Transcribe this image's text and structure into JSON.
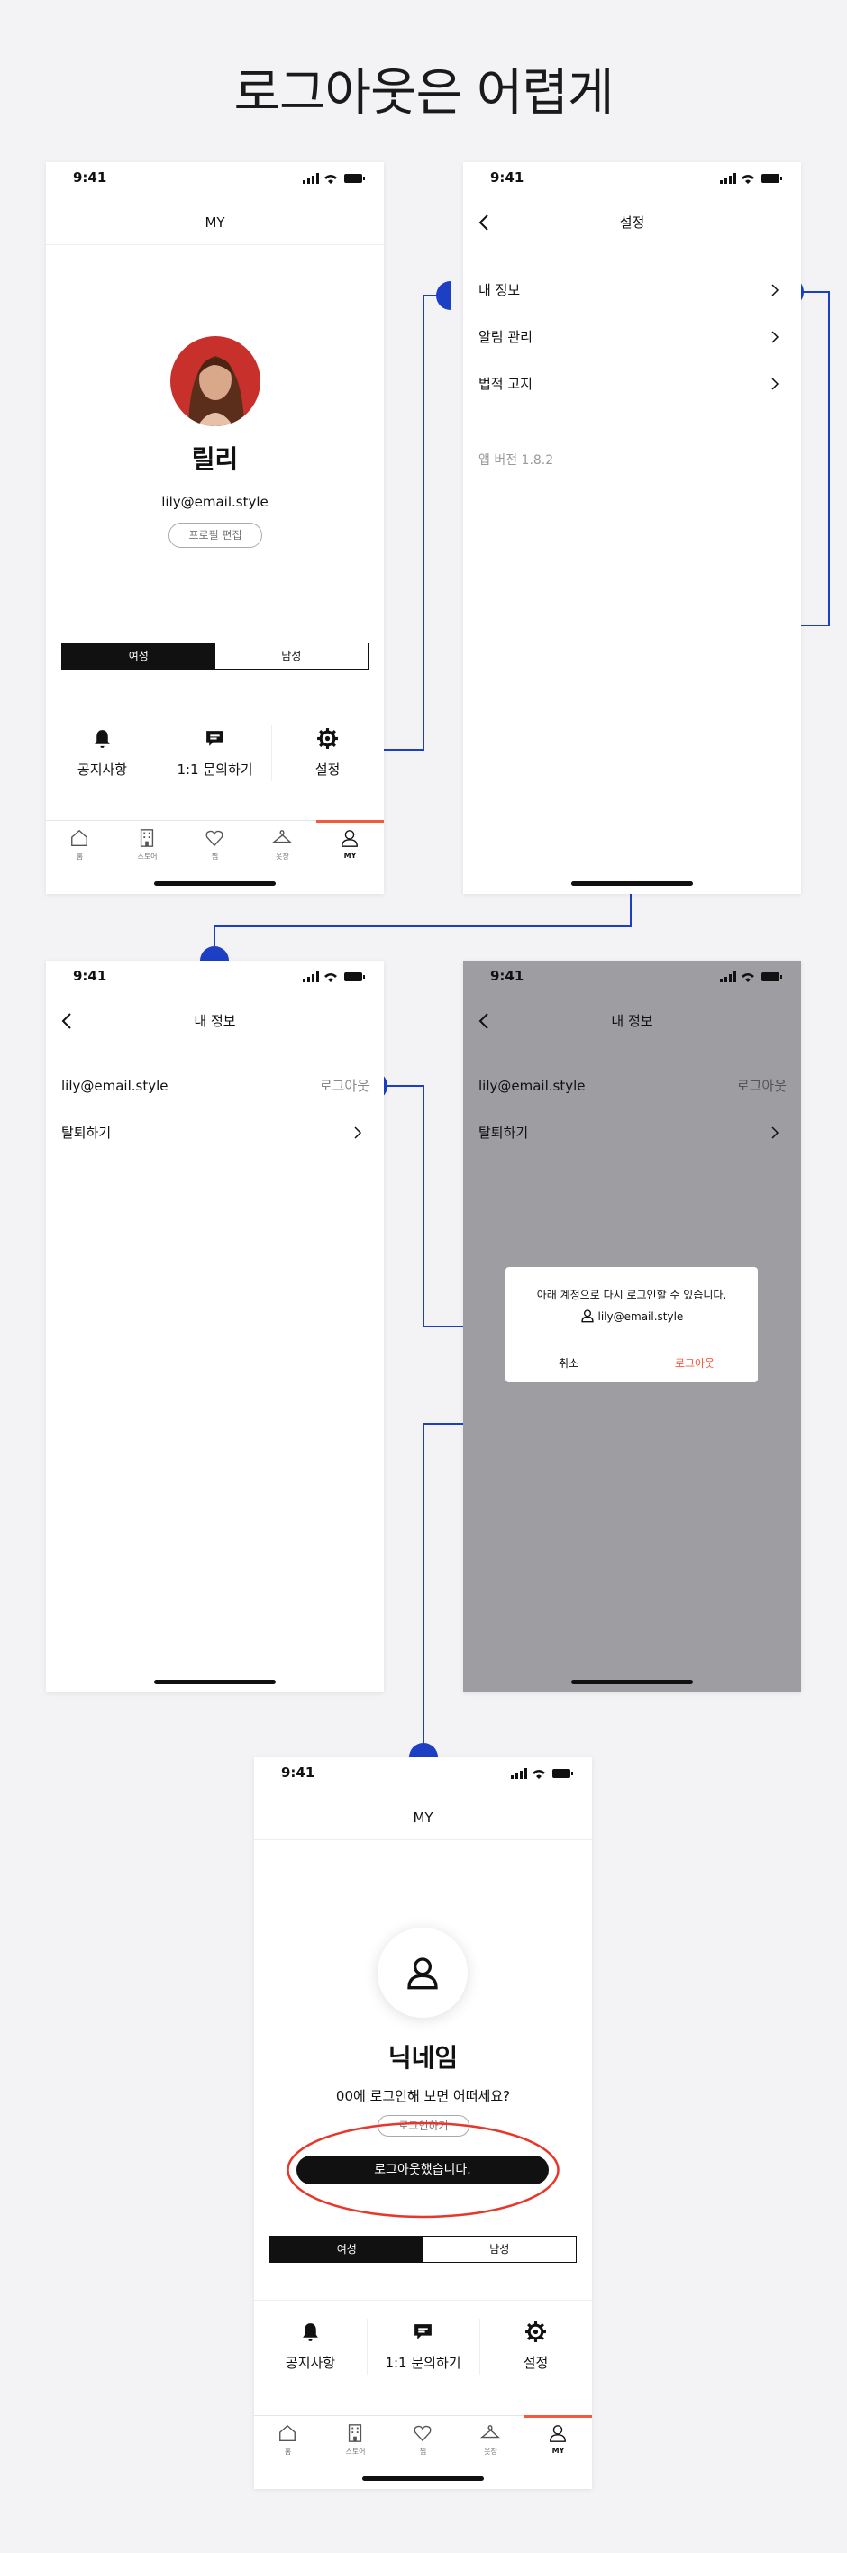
{
  "page_title": "로그아웃은 어렵게",
  "accent_color": "#1c3fc4",
  "highlight_color": "#f5593d",
  "status_time": "9:41",
  "common": {
    "back_icon": "chevron-left-icon",
    "segment_female": "여성",
    "segment_male": "남성",
    "shortcuts": [
      {
        "label": "공지사항",
        "icon": "bell-icon"
      },
      {
        "label": "1:1 문의하기",
        "icon": "chat-bubble-icon"
      },
      {
        "label": "설정",
        "icon": "gear-icon"
      }
    ],
    "tabs": [
      {
        "label": "홈",
        "icon": "home-icon"
      },
      {
        "label": "스토어",
        "icon": "store-icon"
      },
      {
        "label": "찜",
        "icon": "heart-icon"
      },
      {
        "label": "옷장",
        "icon": "hanger-icon"
      },
      {
        "label": "MY",
        "icon": "person-icon"
      }
    ]
  },
  "screen1": {
    "nav_title": "MY",
    "name": "릴리",
    "email": "lily@email.style",
    "edit_profile": "프로필 편집"
  },
  "screen2": {
    "nav_title": "설정",
    "menu": [
      "내 정보",
      "알림 관리",
      "법적 고지"
    ],
    "version": "앱 버전 1.8.2"
  },
  "screen3": {
    "nav_title": "내 정보",
    "account_email": "lily@email.style",
    "logout_label": "로그아웃",
    "withdraw_label": "탈퇴하기"
  },
  "screen4": {
    "nav_title": "내 정보",
    "account_email": "lily@email.style",
    "logout_label": "로그아웃",
    "withdraw_label": "탈퇴하기",
    "dialog": {
      "message": "아래 계정으로 다시 로그인할 수 있습니다.",
      "account": "lily@email.style",
      "cancel": "취소",
      "confirm": "로그아웃"
    }
  },
  "screen5": {
    "nav_title": "MY",
    "name": "닉네임",
    "prompt": "00에 로그인해 보면 어떠세요?",
    "login_button": "로그인하기",
    "toast": "로그아웃했습니다."
  }
}
